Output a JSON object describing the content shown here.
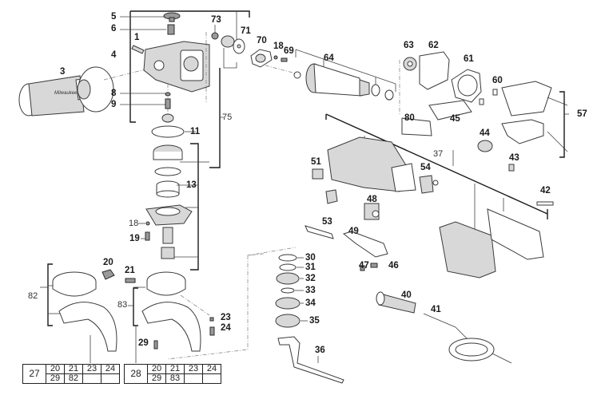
{
  "title": "Angle grinder exploded parts diagram",
  "brand_mark": "Milwaukee",
  "part_labels": {
    "p1": "1",
    "p3": "3",
    "p4": "4",
    "p5": "5",
    "p6": "6",
    "p8": "8",
    "p9": "9",
    "p11": "11",
    "p13": "13",
    "p18a": "18",
    "p18b": "18",
    "p19": "19",
    "p20": "20",
    "p21": "21",
    "p23": "23",
    "p24": "24",
    "p29": "29",
    "p30": "30",
    "p31": "31",
    "p32": "32",
    "p33": "33",
    "p34": "34",
    "p35": "35",
    "p36": "36",
    "p37": "37",
    "p40": "40",
    "p41": "41",
    "p42": "42",
    "p43": "43",
    "p44": "44",
    "p45": "45",
    "p46": "46",
    "p47": "47",
    "p48": "48",
    "p49": "49",
    "p51": "51",
    "p53": "53",
    "p54": "54",
    "p57": "57",
    "p60": "60",
    "p61": "61",
    "p62": "62",
    "p63": "63",
    "p64": "64",
    "p69": "69",
    "p70": "70",
    "p71": "71",
    "p73": "73",
    "p75": "75",
    "p80": "80",
    "p82": "82",
    "p83": "83"
  },
  "kit_tables": [
    {
      "kit": "27",
      "row1": [
        "20",
        "21",
        "23",
        "24"
      ],
      "row2": [
        "29",
        "82",
        "",
        ""
      ]
    },
    {
      "kit": "28",
      "row1": [
        "20",
        "21",
        "23",
        "24"
      ],
      "row2": [
        "29",
        "83",
        "",
        ""
      ]
    }
  ]
}
